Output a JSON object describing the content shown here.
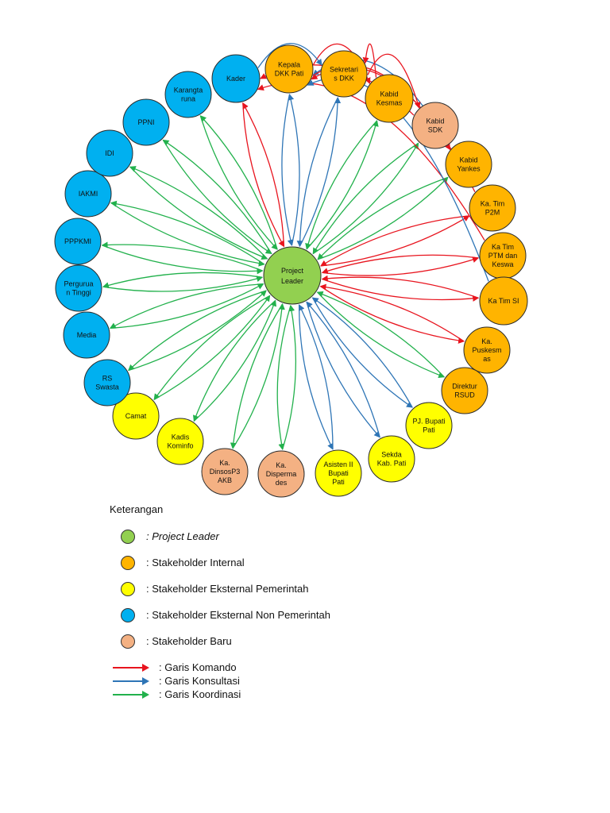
{
  "colors": {
    "leader": "#92D050",
    "internal": "#FFB400",
    "ext_gov": "#FFFF00",
    "ext_nongov": "#00B0F0",
    "new": "#F4B183",
    "komando": "#E8141E",
    "konsultasi": "#2E75B6",
    "koordinasi": "#22B14C"
  },
  "leader": {
    "label": [
      "Project",
      "Leader"
    ]
  },
  "nodes": [
    {
      "id": "kader",
      "label": [
        "Kader"
      ],
      "type": "ext_nongov"
    },
    {
      "id": "kepala-dkk-pati",
      "label": [
        "Kepala",
        "DKK Pati"
      ],
      "type": "internal"
    },
    {
      "id": "sekretaris-dkk",
      "label": [
        "Sekretari",
        "s DKK"
      ],
      "type": "internal"
    },
    {
      "id": "kabid-kesmas",
      "label": [
        "Kabid",
        "Kesmas"
      ],
      "type": "internal"
    },
    {
      "id": "kabid-sdk",
      "label": [
        "Kabid",
        "SDK"
      ],
      "type": "new"
    },
    {
      "id": "kabid-yankes",
      "label": [
        "Kabid",
        "Yankes"
      ],
      "type": "internal"
    },
    {
      "id": "ka-tim-p2m",
      "label": [
        "Ka. Tim",
        "P2M"
      ],
      "type": "internal"
    },
    {
      "id": "ka-tim-ptm",
      "label": [
        "Ka Tim",
        "PTM dan",
        "Keswa"
      ],
      "type": "internal"
    },
    {
      "id": "ka-tim-si",
      "label": [
        "Ka Tim SI"
      ],
      "type": "internal"
    },
    {
      "id": "ka-puskesmas",
      "label": [
        "Ka.",
        "Puskesm",
        "as"
      ],
      "type": "internal"
    },
    {
      "id": "direktur-rsud",
      "label": [
        "Direktur",
        "RSUD"
      ],
      "type": "internal"
    },
    {
      "id": "pj-bupati-pati",
      "label": [
        "PJ. Bupati",
        "Pati"
      ],
      "type": "ext_gov"
    },
    {
      "id": "sekda-kab-pati",
      "label": [
        "Sekda",
        "Kab. Pati"
      ],
      "type": "ext_gov"
    },
    {
      "id": "asisten-ii",
      "label": [
        "Asisten II",
        "Bupati",
        "Pati"
      ],
      "type": "ext_gov"
    },
    {
      "id": "ka-dispermades",
      "label": [
        "Ka.",
        "Disperma",
        "des"
      ],
      "type": "new"
    },
    {
      "id": "ka-dinsosp3akb",
      "label": [
        "Ka.",
        "DinsosP3",
        "AKB"
      ],
      "type": "new"
    },
    {
      "id": "kadis-kominfo",
      "label": [
        "Kadis",
        "Kominfo"
      ],
      "type": "ext_gov"
    },
    {
      "id": "camat",
      "label": [
        "Camat"
      ],
      "type": "ext_gov"
    },
    {
      "id": "rs-swasta",
      "label": [
        "RS",
        "Swasta"
      ],
      "type": "ext_nongov"
    },
    {
      "id": "media",
      "label": [
        "Media"
      ],
      "type": "ext_nongov"
    },
    {
      "id": "perguruan-tinggi",
      "label": [
        "Pergurua",
        "n Tinggi"
      ],
      "type": "ext_nongov"
    },
    {
      "id": "pppkmi",
      "label": [
        "PPPKMI"
      ],
      "type": "ext_nongov"
    },
    {
      "id": "iakmi",
      "label": [
        "IAKMI"
      ],
      "type": "ext_nongov"
    },
    {
      "id": "idi",
      "label": [
        "IDI"
      ],
      "type": "ext_nongov"
    },
    {
      "id": "ppni",
      "label": [
        "PPNI"
      ],
      "type": "ext_nongov"
    },
    {
      "id": "karangtaruna",
      "label": [
        "Karangta",
        "runa"
      ],
      "type": "ext_nongov"
    }
  ],
  "links": [
    {
      "node": "kader",
      "kind": "komando"
    },
    {
      "node": "kepala-dkk-pati",
      "kind": "konsultasi"
    },
    {
      "node": "sekretaris-dkk",
      "kind": "konsultasi"
    },
    {
      "node": "kabid-kesmas",
      "kind": "koordinasi"
    },
    {
      "node": "kabid-sdk",
      "kind": "koordinasi"
    },
    {
      "node": "kabid-yankes",
      "kind": "koordinasi"
    },
    {
      "node": "ka-tim-p2m",
      "kind": "komando"
    },
    {
      "node": "ka-tim-ptm",
      "kind": "komando"
    },
    {
      "node": "ka-tim-si",
      "kind": "komando"
    },
    {
      "node": "ka-puskesmas",
      "kind": "komando"
    },
    {
      "node": "direktur-rsud",
      "kind": "koordinasi"
    },
    {
      "node": "pj-bupati-pati",
      "kind": "konsultasi"
    },
    {
      "node": "sekda-kab-pati",
      "kind": "konsultasi"
    },
    {
      "node": "asisten-ii",
      "kind": "konsultasi"
    },
    {
      "node": "ka-dispermades",
      "kind": "koordinasi"
    },
    {
      "node": "ka-dinsosp3akb",
      "kind": "koordinasi"
    },
    {
      "node": "kadis-kominfo",
      "kind": "koordinasi"
    },
    {
      "node": "camat",
      "kind": "koordinasi"
    },
    {
      "node": "rs-swasta",
      "kind": "koordinasi"
    },
    {
      "node": "media",
      "kind": "koordinasi"
    },
    {
      "node": "perguruan-tinggi",
      "kind": "koordinasi"
    },
    {
      "node": "pppkmi",
      "kind": "koordinasi"
    },
    {
      "node": "iakmi",
      "kind": "koordinasi"
    },
    {
      "node": "idi",
      "kind": "koordinasi"
    },
    {
      "node": "ppni",
      "kind": "koordinasi"
    },
    {
      "node": "karangtaruna",
      "kind": "koordinasi"
    }
  ],
  "top_links": [
    {
      "from": "ka-tim-ptm",
      "to": "kader",
      "kind": "komando"
    },
    {
      "from": "ka-tim-si",
      "to": "kepala-dkk-pati",
      "kind": "konsultasi"
    },
    {
      "from": "ka-tim-p2m",
      "to": "kepala-dkk-pati",
      "kind": "komando"
    },
    {
      "from": "kabid-yankes",
      "to": "kepala-dkk-pati",
      "kind": "konsultasi"
    },
    {
      "from": "kabid-sdk",
      "to": "kader",
      "kind": "komando"
    },
    {
      "from": "kabid-kesmas",
      "to": "sekretaris-dkk",
      "kind": "komando"
    },
    {
      "from": "kepala-dkk-pati",
      "to": "kabid-kesmas",
      "kind": "komando"
    },
    {
      "from": "sekretaris-dkk",
      "to": "kabid-sdk",
      "kind": "komando"
    },
    {
      "from": "kepala-dkk-pati",
      "to": "kabid-yankes",
      "kind": "komando"
    },
    {
      "from": "kader",
      "to": "sekretaris-dkk",
      "kind": "konsultasi"
    }
  ],
  "legend": {
    "title": "Keterangan",
    "items": [
      {
        "type": "leader",
        "text": ": Project Leader"
      },
      {
        "type": "internal",
        "text": ": Stakeholder Internal"
      },
      {
        "type": "ext_gov",
        "text": ": Stakeholder Eksternal Pemerintah"
      },
      {
        "type": "ext_nongov",
        "text": ": Stakeholder Eksternal Non Pemerintah"
      },
      {
        "type": "new",
        "text": ": Stakeholder Baru"
      }
    ],
    "lines": [
      {
        "kind": "komando",
        "text": ": Garis Komando"
      },
      {
        "kind": "konsultasi",
        "text": ": Garis Konsultasi"
      },
      {
        "kind": "koordinasi",
        "text": ": Garis Koordinasi"
      }
    ]
  }
}
